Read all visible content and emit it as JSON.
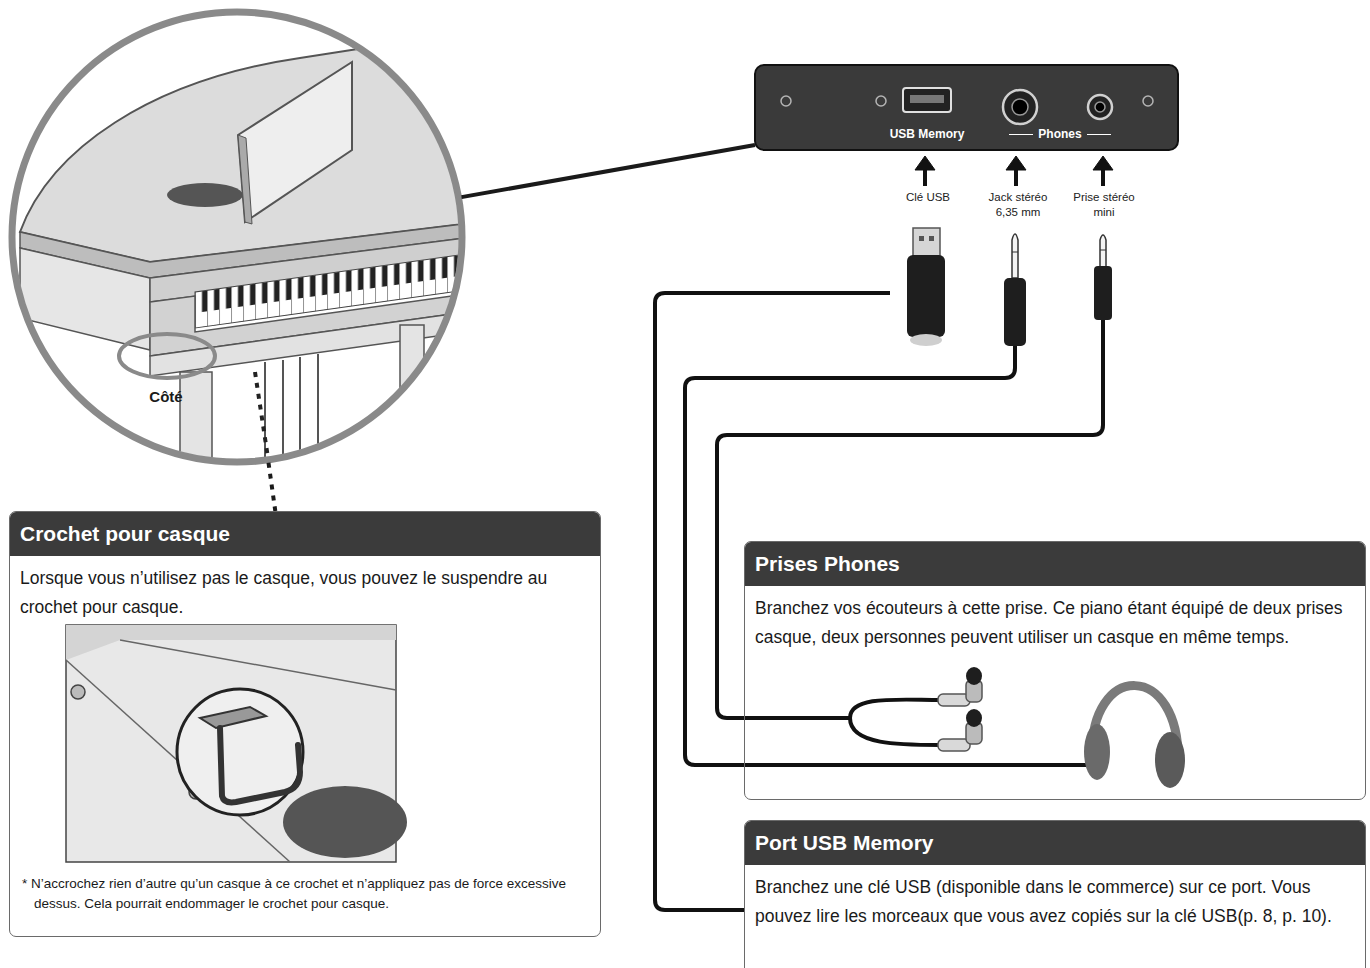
{
  "diagram": {
    "nodes": [
      {
        "text": [
          "Côté"
        ]
      },
      {
        "text": [
          "USB Memory",
          "Phones"
        ]
      },
      {
        "text": [
          "Crochet pour casque",
          "Lorsque vous n’utilisez pas le casque, vous pouvez le suspendre au crochet pour casque.",
          "* N’accrochez rien d’autre qu’un casque à ce crochet et n’appliquez pas de force excessive dessus. Cela pourrait endommager le crochet pour casque."
        ]
      },
      {
        "text": [
          "Prises Phones",
          "Branchez vos écouteurs à cette prise. Ce piano étant équipé de deux prises casque, deux personnes peuvent utiliser un casque en même temps."
        ]
      },
      {
        "text": [
          "Port USB Memory",
          "Branchez une clé USB (disponible dans le commerce) sur ce port. Vous pouvez lire les morceaux que vous avez copiés sur la clé USB(p. 8, p. 10)."
        ]
      }
    ],
    "edges": [
      {
        "from": 0,
        "to": 1,
        "arrow": "none"
      },
      {
        "from": 0,
        "to": 2,
        "arrow": "none"
      }
    ],
    "labels": [
      "Clé USB",
      "Jack stéréo 6,35 mm",
      "Prise stéréo mini"
    ]
  }
}
